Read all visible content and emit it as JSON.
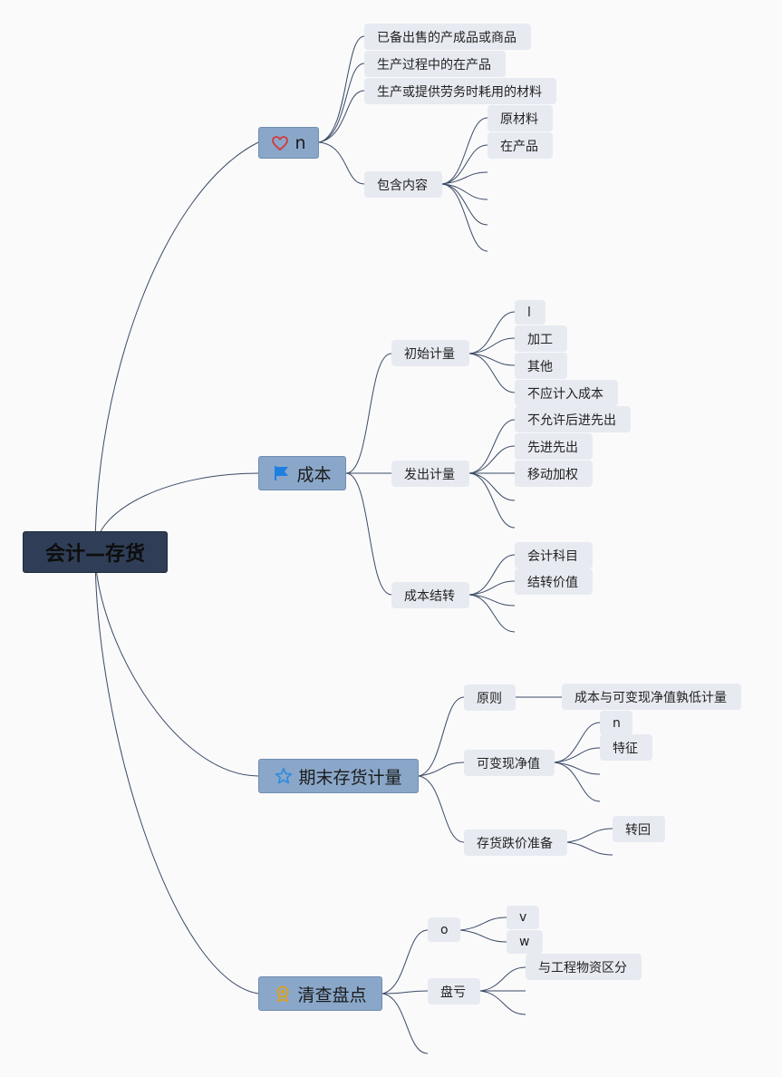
{
  "root": {
    "label": "会计—存货"
  },
  "branches": {
    "n": {
      "label": "n",
      "icon": "heart-icon",
      "items": [
        "已备出售的产成品或商品",
        "生产过程中的在产品",
        "生产或提供劳务时耗用的材料"
      ],
      "contains": {
        "label": "包含内容",
        "items": [
          "原材料",
          "在产品"
        ]
      }
    },
    "cost": {
      "label": "成本",
      "icon": "flag-icon",
      "initial": {
        "label": "初始计量",
        "items": [
          "l",
          "加工",
          "其他",
          "不应计入成本"
        ]
      },
      "issue": {
        "label": "发出计量",
        "items": [
          "不允许后进先出",
          "先进先出",
          "移动加权"
        ]
      },
      "transfer": {
        "label": "成本结转",
        "items": [
          "会计科目",
          "结转价值"
        ]
      }
    },
    "period_end": {
      "label": "期末存货计量",
      "icon": "star-icon",
      "principle": {
        "label": "原则",
        "items": [
          "成本与可变现净值孰低计量"
        ]
      },
      "nrv": {
        "label": "可变现净值",
        "items": [
          "n",
          "特征"
        ]
      },
      "provision": {
        "label": "存货跌价准备",
        "items": [
          "转回"
        ]
      }
    },
    "inventory_check": {
      "label": "清查盘点",
      "icon": "medal-icon",
      "o": {
        "label": "o",
        "items": [
          "v",
          "w"
        ]
      },
      "loss": {
        "label": "盘亏",
        "items": [
          "与工程物资区分"
        ]
      }
    }
  },
  "colors": {
    "background": "#fafafb",
    "root_fill": "#2f3e56",
    "main_fill": "#8aa7c9",
    "node_fill": "#e7eaf1",
    "line": "#3a4a66",
    "heart": "#d23a3a",
    "flag": "#1f7fe0",
    "star": "#2a8ae0",
    "medal": "#e0a21a"
  }
}
